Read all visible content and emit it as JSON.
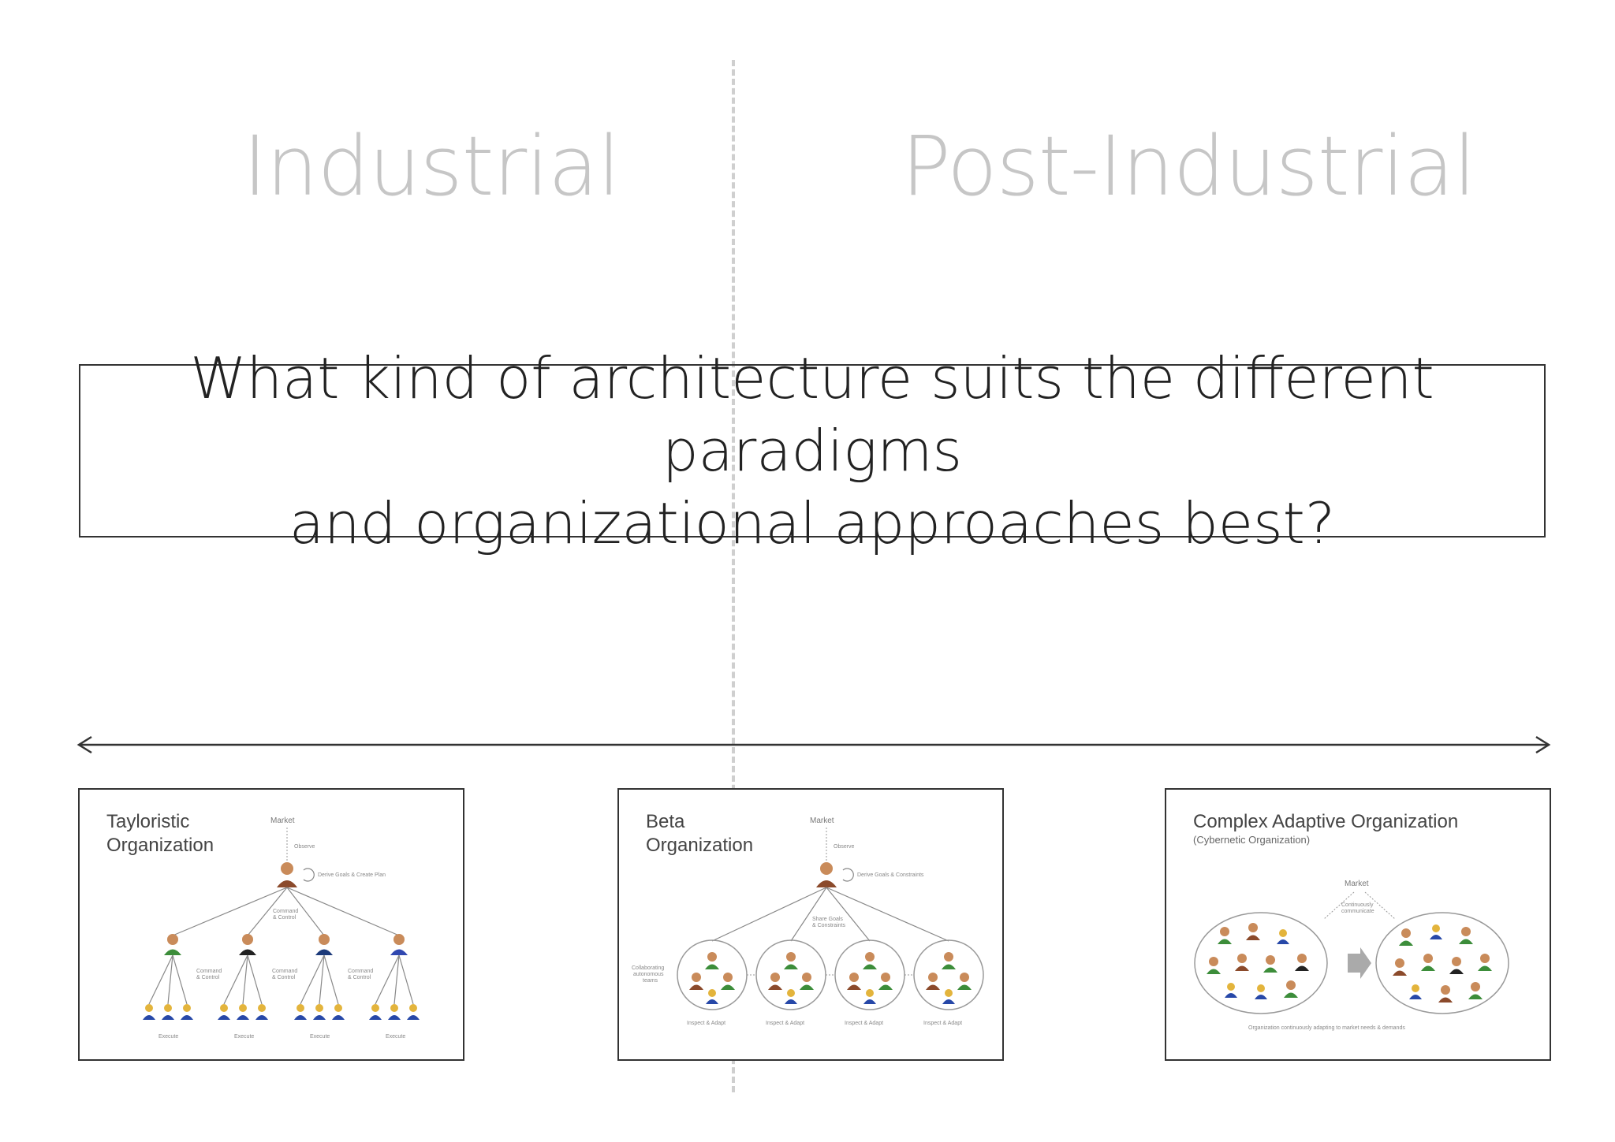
{
  "headings": {
    "left": "Industrial",
    "right": "Post-Industrial"
  },
  "question": {
    "line1": "What kind of architecture suits the different paradigms",
    "line2": "and organizational approaches best?"
  },
  "cards": [
    {
      "title_line1": "Tayloristic",
      "title_line2": "Organization",
      "market": "Market",
      "observe": "Observe",
      "derive": "Derive Goals & Create Plan",
      "command_top": [
        "Command",
        "& Control"
      ],
      "command_mid": [
        "Command",
        "& Control"
      ],
      "execute": "Execute"
    },
    {
      "title_line1": "Beta",
      "title_line2": "Organization",
      "market": "Market",
      "observe": "Observe",
      "derive": "Derive Goals & Constraints",
      "share": [
        "Share Goals",
        "& Constraints"
      ],
      "collab": [
        "Collaborating",
        "autonomous",
        "teams"
      ],
      "inspect": "Inspect & Adapt"
    },
    {
      "title": "Complex Adaptive Organization",
      "subtitle": "(Cybernetic Organization)",
      "market": "Market",
      "continuously": [
        "Continuously",
        "communicate"
      ],
      "caption": "Organization continuously adapting to market needs & demands"
    }
  ],
  "colors": {
    "heading": "#c6c6c6",
    "text": "#222222",
    "divider": "#cfcfcf",
    "manager": "#8b4a2b",
    "worker": "#2748a8",
    "green": "#3c8d3a"
  }
}
